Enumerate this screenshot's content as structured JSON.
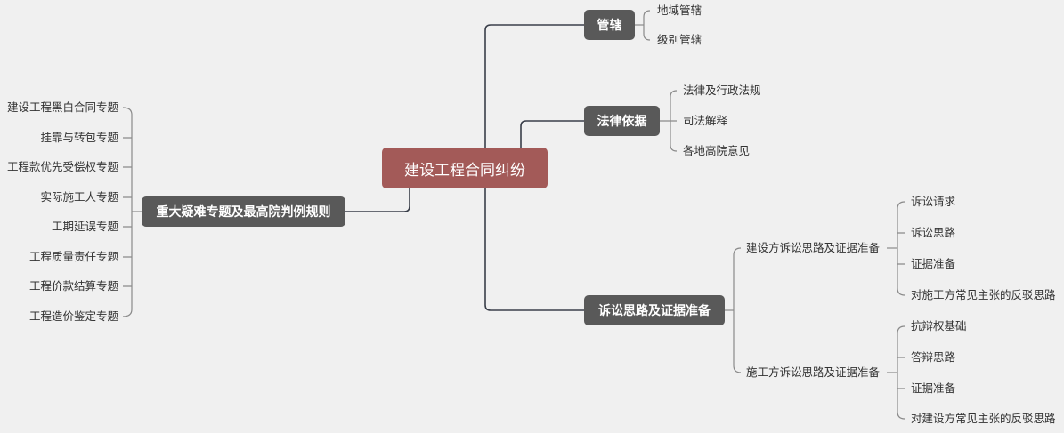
{
  "central": "建设工程合同纠纷",
  "branches": {
    "jurisdiction": {
      "label": "管辖",
      "children": [
        "地域管辖",
        "级别管辖"
      ]
    },
    "legal_basis": {
      "label": "法律依据",
      "children": [
        "法律及行政法规",
        "司法解释",
        "各地高院意见"
      ]
    },
    "litigation": {
      "label": "诉讼思路及证据准备",
      "subs": [
        {
          "label": "建设方诉讼思路及证据准备",
          "children": [
            "诉讼请求",
            "诉讼思路",
            "证据准备",
            "对施工方常见主张的反驳思路"
          ]
        },
        {
          "label": "施工方诉讼思路及证据准备",
          "children": [
            "抗辩权基础",
            "答辩思路",
            "证据准备",
            "对建设方常见主张的反驳思路"
          ]
        }
      ]
    },
    "topics": {
      "label": "重大疑难专题及最高院判例规则",
      "children": [
        "建设工程黑白合同专题",
        "挂靠与转包专题",
        "工程款优先受偿权专题",
        "实际施工人专题",
        "工期延误专题",
        "工程质量责任专题",
        "工程价款结算专题",
        "工程造价鉴定专题"
      ]
    }
  },
  "colors": {
    "central": "#a35a58",
    "main": "#595959",
    "line": "#3a3f4a",
    "leaf_line": "#888888"
  }
}
